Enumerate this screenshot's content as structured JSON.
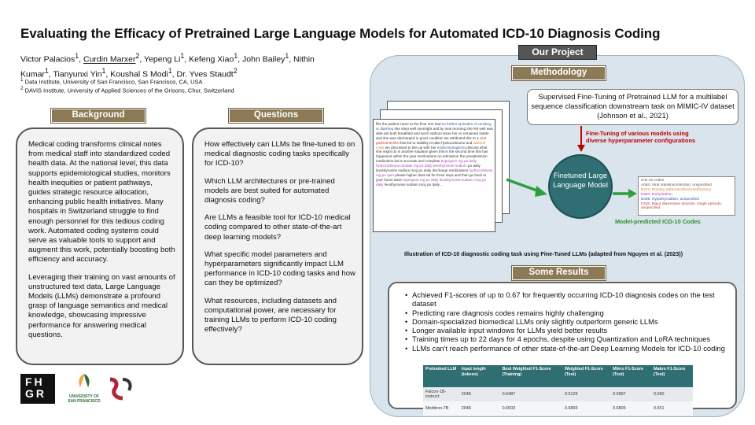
{
  "title": "Evaluating the Efficacy of Pretrained Large Language Models for Automated ICD-10 Diagnosis Coding",
  "authors": {
    "a1": "Victor Palacios",
    "a1_sup": "1",
    "a2": "Curdin Marxer",
    "a2_sup": "2",
    "a3": "Yepeng Li",
    "a3_sup": "1",
    "a4": "Kefeng Xiao",
    "a4_sup": "1",
    "a5": "John Bailey",
    "a5_sup": "1",
    "a6": "Nithin Kumar",
    "a6_sup": "1",
    "a7": "Tianyunxi Yin",
    "a7_sup": "1",
    "a8": "Koushal S Modi",
    "a8_sup": "1",
    "a9": "Dr. Yves Staudt",
    "a9_sup": "2"
  },
  "affiliations": [
    {
      "sup": "1",
      "text": "Data Institute, University of San Francisco, San Francisco, CA, USA"
    },
    {
      "sup": "2",
      "text": "DAViS Institute, University of Applied Sciences of the Grisons, Chur, Switzerland"
    }
  ],
  "background": {
    "header": "Background",
    "p1": "Medical coding transforms clinical notes from medical staff into standardized coded health data. At the national level, this data supports epidemiological studies, monitors health inequities or patient pathways, guides strategic resource allocation, enhancing public health initiatives. Many hospitals in Switzerland struggle to find enough personnel for this tedious coding work. Automated coding systems could serve as valuable tools to support and augment this work, potentially boosting both efficiency and accuracy.",
    "p2": "Leveraging their training on vast amounts of unstructured text data, Large Language Models (LLMs) demonstrate a profound grasp of language semantics and medical knowledge, showcasing impressive performance for answering medical questions."
  },
  "questions": {
    "header": "Questions",
    "items": [
      "How effectively can LLMs be fine-tuned to on medical diagnostic coding tasks specifically for ICD-10?",
      "Which LLM architectures or pre-trained models are best suited for automated diagnosis coding?",
      "Are LLMs a feasible tool for ICD-10 medical coding compared to other state-of-the-art deep learning models?",
      "What specific model parameters and hyperparameters significantly impact LLM performance in ICD-10 coding tasks and how can they be optimized?",
      "What resources, including datasets and computational power, are necessary for training LLMs to perform ICD-10 coding effectively?"
    ]
  },
  "project": {
    "header": "Our Project",
    "methodology_header": "Methodology",
    "sft_text": "Supervised Fine-Tuning of Pretrained LLM for a multilabel sequence classification downstream task on MIMIC-IV dataset (Johnson et al., 2021)",
    "finetune_label": "Fine-Tuning of various models using diverse hyperparameter configurations",
    "model_label": "Finetuned Large Language Model",
    "predicted_label": "Model-predicted ICD-10 Codes",
    "illustration_caption": "Illustration of ICD-10 diagnostic coding task using Fine-Tuned LLMs (adapted from Nguyen et al. (2023))",
    "note_text": [
      {
        "t": "ffer the patient came to the floor she had ",
        "c": ""
      },
      {
        "t": "no further episodes of vomiting or diarrhea",
        "c": "hl-b"
      },
      {
        "t": " she slept well overnight and by next morning she felt well was able eat both breakfast and lunch without issue her vs remained stable and she was discharged in good condition we attributed this to a ",
        "c": ""
      },
      {
        "t": "viral gastroenteritis",
        "c": "hl-r"
      },
      {
        "t": " that led to inability to take hydrocortisone and ",
        "c": ""
      },
      {
        "t": "adrenal crisis",
        "c": "hl-o"
      },
      {
        "t": " we discussed to line up with her ",
        "c": ""
      },
      {
        "t": "endocrinologist",
        "c": "hl-b"
      },
      {
        "t": " to discuss what she might do in another situation given this is the second time this has happened within the year medications on admission the preadmission medication list is accurate and complete ",
        "c": ""
      },
      {
        "t": "bupropion mg po daily hydrocortisone acetate mg po daily levothyroxine sodium",
        "c": "hl-m"
      },
      {
        "t": " po daily levothyroxine sodium mcg po daily discharge medications ",
        "c": ""
      },
      {
        "t": "hydrocortisone mg po qam",
        "c": "hl-m"
      },
      {
        "t": " please higher dose tid for three days and then go back to your home dose ",
        "c": ""
      },
      {
        "t": "bupropion mg po daily levothyroxine sodium mcg po daily",
        "c": "hl-m"
      },
      {
        "t": " levothyroxine sodium mcg po daily ...",
        "c": ""
      }
    ],
    "codes": [
      {
        "t": "ICD-10 codes",
        "c": "c1"
      },
      {
        "t": "A084: Viral intestinal infection, unspecified",
        "c": "c1"
      },
      {
        "t": "E271: Primary adrenocortical insufficiency",
        "c": "c2"
      },
      {
        "t": "E860: Dehydration",
        "c": "c3"
      },
      {
        "t": "E039: Hypothyroidism, unspecified",
        "c": "c4"
      },
      {
        "t": "F329: Major depressive disorder, single episode, unspecified",
        "c": "c5"
      }
    ]
  },
  "results": {
    "header": "Some Results",
    "bullets": [
      "Achieved F1-scores of up to 0.67 for frequently occurring ICD-10 diagnosis codes on the test dataset",
      "Predicting rare diagnosis codes remains highly challenging",
      "Domain-specialized biomedical LLMs only slightly outperform generic LLMs",
      "Longer available input windows for LLMs yield better results",
      "Training times up to 22 days for 4 epochs, despite using Quantization and LoRA techniques",
      "LLMs can't reach performance of other state-of-the-art Deep Learning Models for ICD-10 coding"
    ],
    "table": {
      "headers": [
        "Pretrained LLM",
        "Input length (tokens)",
        "Best Weighted F1-Score (Training)",
        "Weighted F1-Score (Test)",
        "Mikro F1-Score (Test)",
        "Makro F1-Score (Test)"
      ],
      "rows": [
        [
          "Falcon-1B-instruct",
          "2048",
          "0.6487",
          "0.6129",
          "0.5897",
          "0.560"
        ],
        [
          "Meditron-7B",
          "2048",
          "0.6503",
          "0.6893",
          "0.6805",
          "0.651"
        ]
      ]
    }
  },
  "logos": {
    "fhgr": [
      "FH",
      "GR"
    ],
    "usf_line1": "UNIVERSITY OF",
    "usf_line2": "SAN FRANCISCO"
  },
  "colors": {
    "header_bg": "#8b7a55",
    "project_bg": "#d9e4ec",
    "model_circle": "#2f6f73",
    "arrow_green": "#2e9e3e",
    "arrow_red": "#c00000"
  }
}
